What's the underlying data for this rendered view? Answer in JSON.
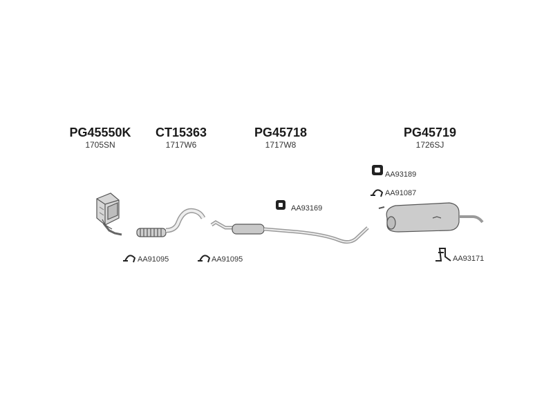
{
  "parts": [
    {
      "code": "PG45550K",
      "oem": "1705SN"
    },
    {
      "code": "CT15363",
      "oem": "1717W6"
    },
    {
      "code": "PG45718",
      "oem": "1717W8"
    },
    {
      "code": "PG45719",
      "oem": "1726SJ"
    }
  ],
  "accessories": [
    {
      "code": "AA93189",
      "icon": "rubber-hanger-icon"
    },
    {
      "code": "AA91087",
      "icon": "pipe-clamp-icon"
    },
    {
      "code": "AA93169",
      "icon": "rubber-mount-icon"
    },
    {
      "code": "AA91095",
      "icon": "pipe-clamp-icon"
    },
    {
      "code": "AA91095",
      "icon": "pipe-clamp-icon"
    },
    {
      "code": "AA93171",
      "icon": "bracket-icon"
    }
  ]
}
